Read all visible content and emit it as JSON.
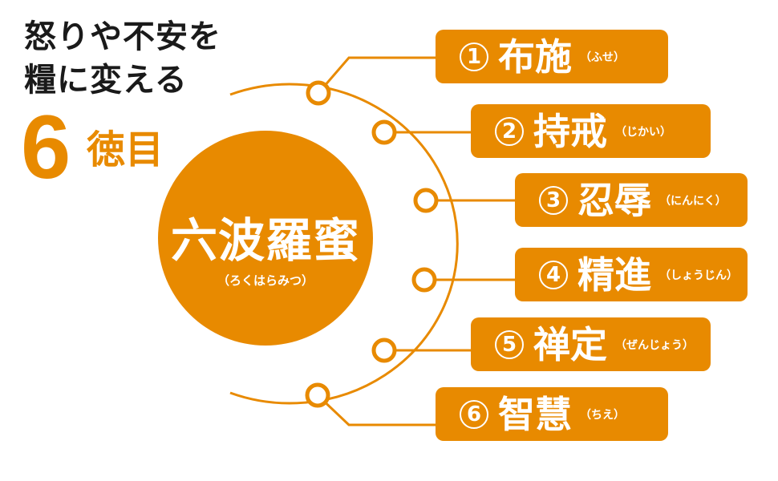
{
  "title": {
    "line1": "怒りや不安を",
    "line2": "糧に変える",
    "number": "6",
    "suffix": "徳目"
  },
  "center": {
    "label": "六波羅蜜",
    "reading": "（ろくはらみつ）"
  },
  "colors": {
    "accent": "#E88A00",
    "text": "#1a1a1a"
  },
  "items": [
    {
      "num": "1",
      "label": "布施",
      "reading": "（ふせ）"
    },
    {
      "num": "2",
      "label": "持戒",
      "reading": "（じかい）"
    },
    {
      "num": "3",
      "label": "忍辱",
      "reading": "（にんにく）"
    },
    {
      "num": "4",
      "label": "精進",
      "reading": "（しょうじん）"
    },
    {
      "num": "5",
      "label": "禅定",
      "reading": "（ぜんじょう）"
    },
    {
      "num": "6",
      "label": "智慧",
      "reading": "（ちえ）"
    }
  ]
}
